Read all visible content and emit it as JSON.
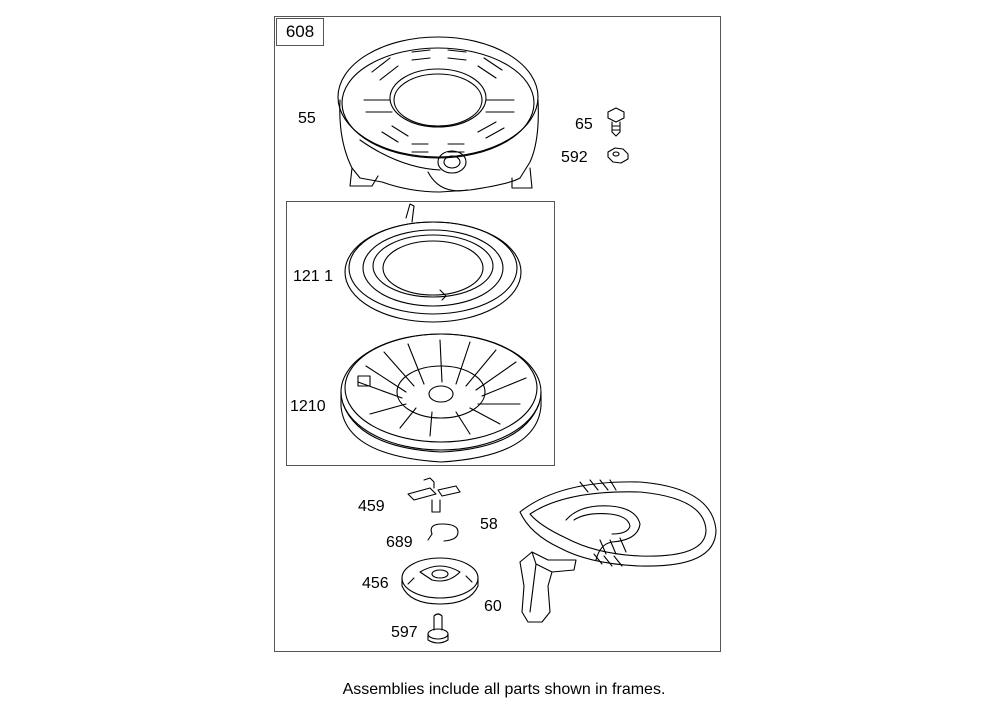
{
  "assembly_number": "608",
  "labels": {
    "p55": "55",
    "p65": "65",
    "p592": "592",
    "p1211": "121 1",
    "p1210": "1210",
    "p459": "459",
    "p58": "58",
    "p689": "689",
    "p456": "456",
    "p60": "60",
    "p597": "597"
  },
  "caption": "Assemblies include all parts shown in frames."
}
